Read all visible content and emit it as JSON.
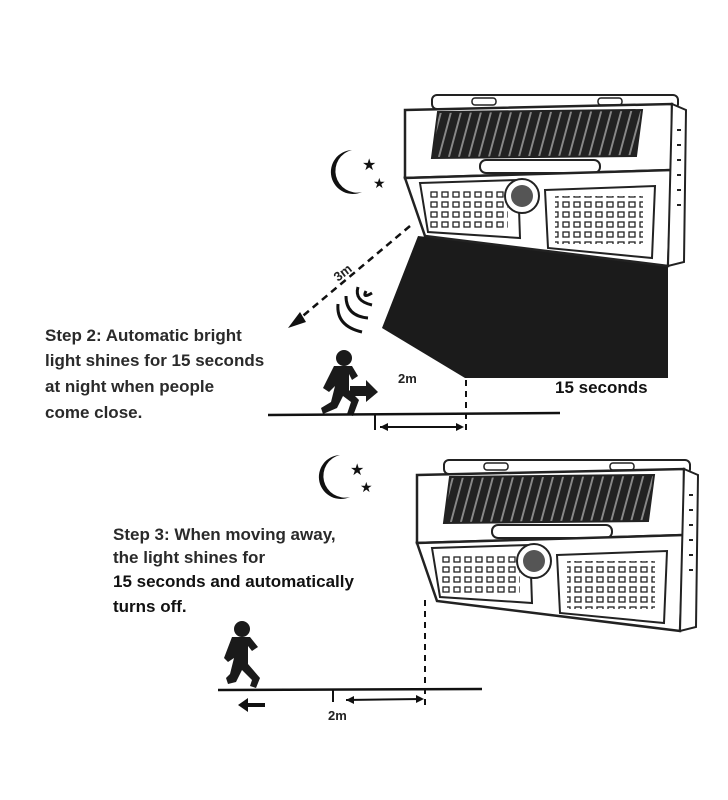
{
  "step2": {
    "lines": [
      "Step 2: Automatic bright",
      "light shines for 15 seconds",
      "at night when people",
      "come close."
    ],
    "distance_diagonal": "3m",
    "distance_ground": "2m",
    "duration": "15 seconds"
  },
  "step3": {
    "lines": [
      "Step 3: When moving away,",
      "the light shines for",
      "15 seconds and automatically",
      "turns off."
    ],
    "distance_ground": "2m"
  },
  "colors": {
    "ink": "#1a1a1a",
    "paper": "#ffffff"
  }
}
